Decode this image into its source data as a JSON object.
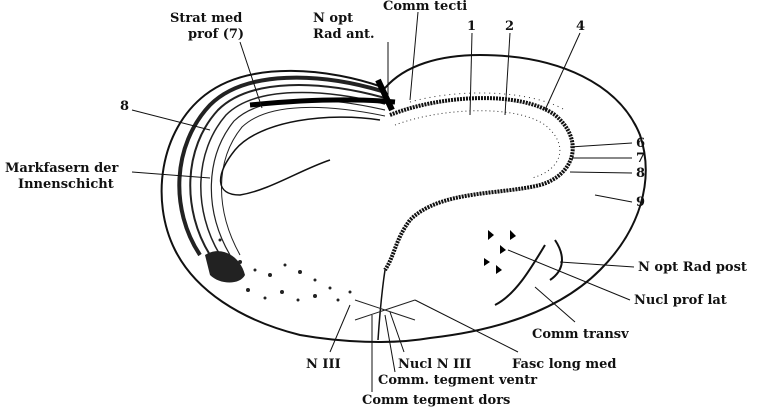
{
  "labels": {
    "strat_med_prof_line1": "Strat med",
    "strat_med_prof_line2": "prof (7)",
    "n_opt_rad_ant_line1": "N opt",
    "n_opt_rad_ant_line2": "Rad ant.",
    "comm_tecti": "Comm tecti",
    "layer_1": "1",
    "layer_2": "2",
    "layer_4": "4",
    "layer_6": "6",
    "layer_7": "7",
    "layer_8": "8",
    "layer_9": "9",
    "layer_8_left": "8",
    "markfasern_line1": "Markfasern der",
    "markfasern_line2": "Innenschicht",
    "n_opt_rad_post": "N opt Rad post",
    "nucl_prof_lat": "Nucl prof lat",
    "comm_transv": "Comm transv",
    "n_iii": "N III",
    "nucl_n_iii": "Nucl N III",
    "fasc_long_med": "Fasc long med",
    "comm_tegment_ventr": "Comm. tegment ventr",
    "comm_tegment_dors": "Comm tegment dors"
  }
}
